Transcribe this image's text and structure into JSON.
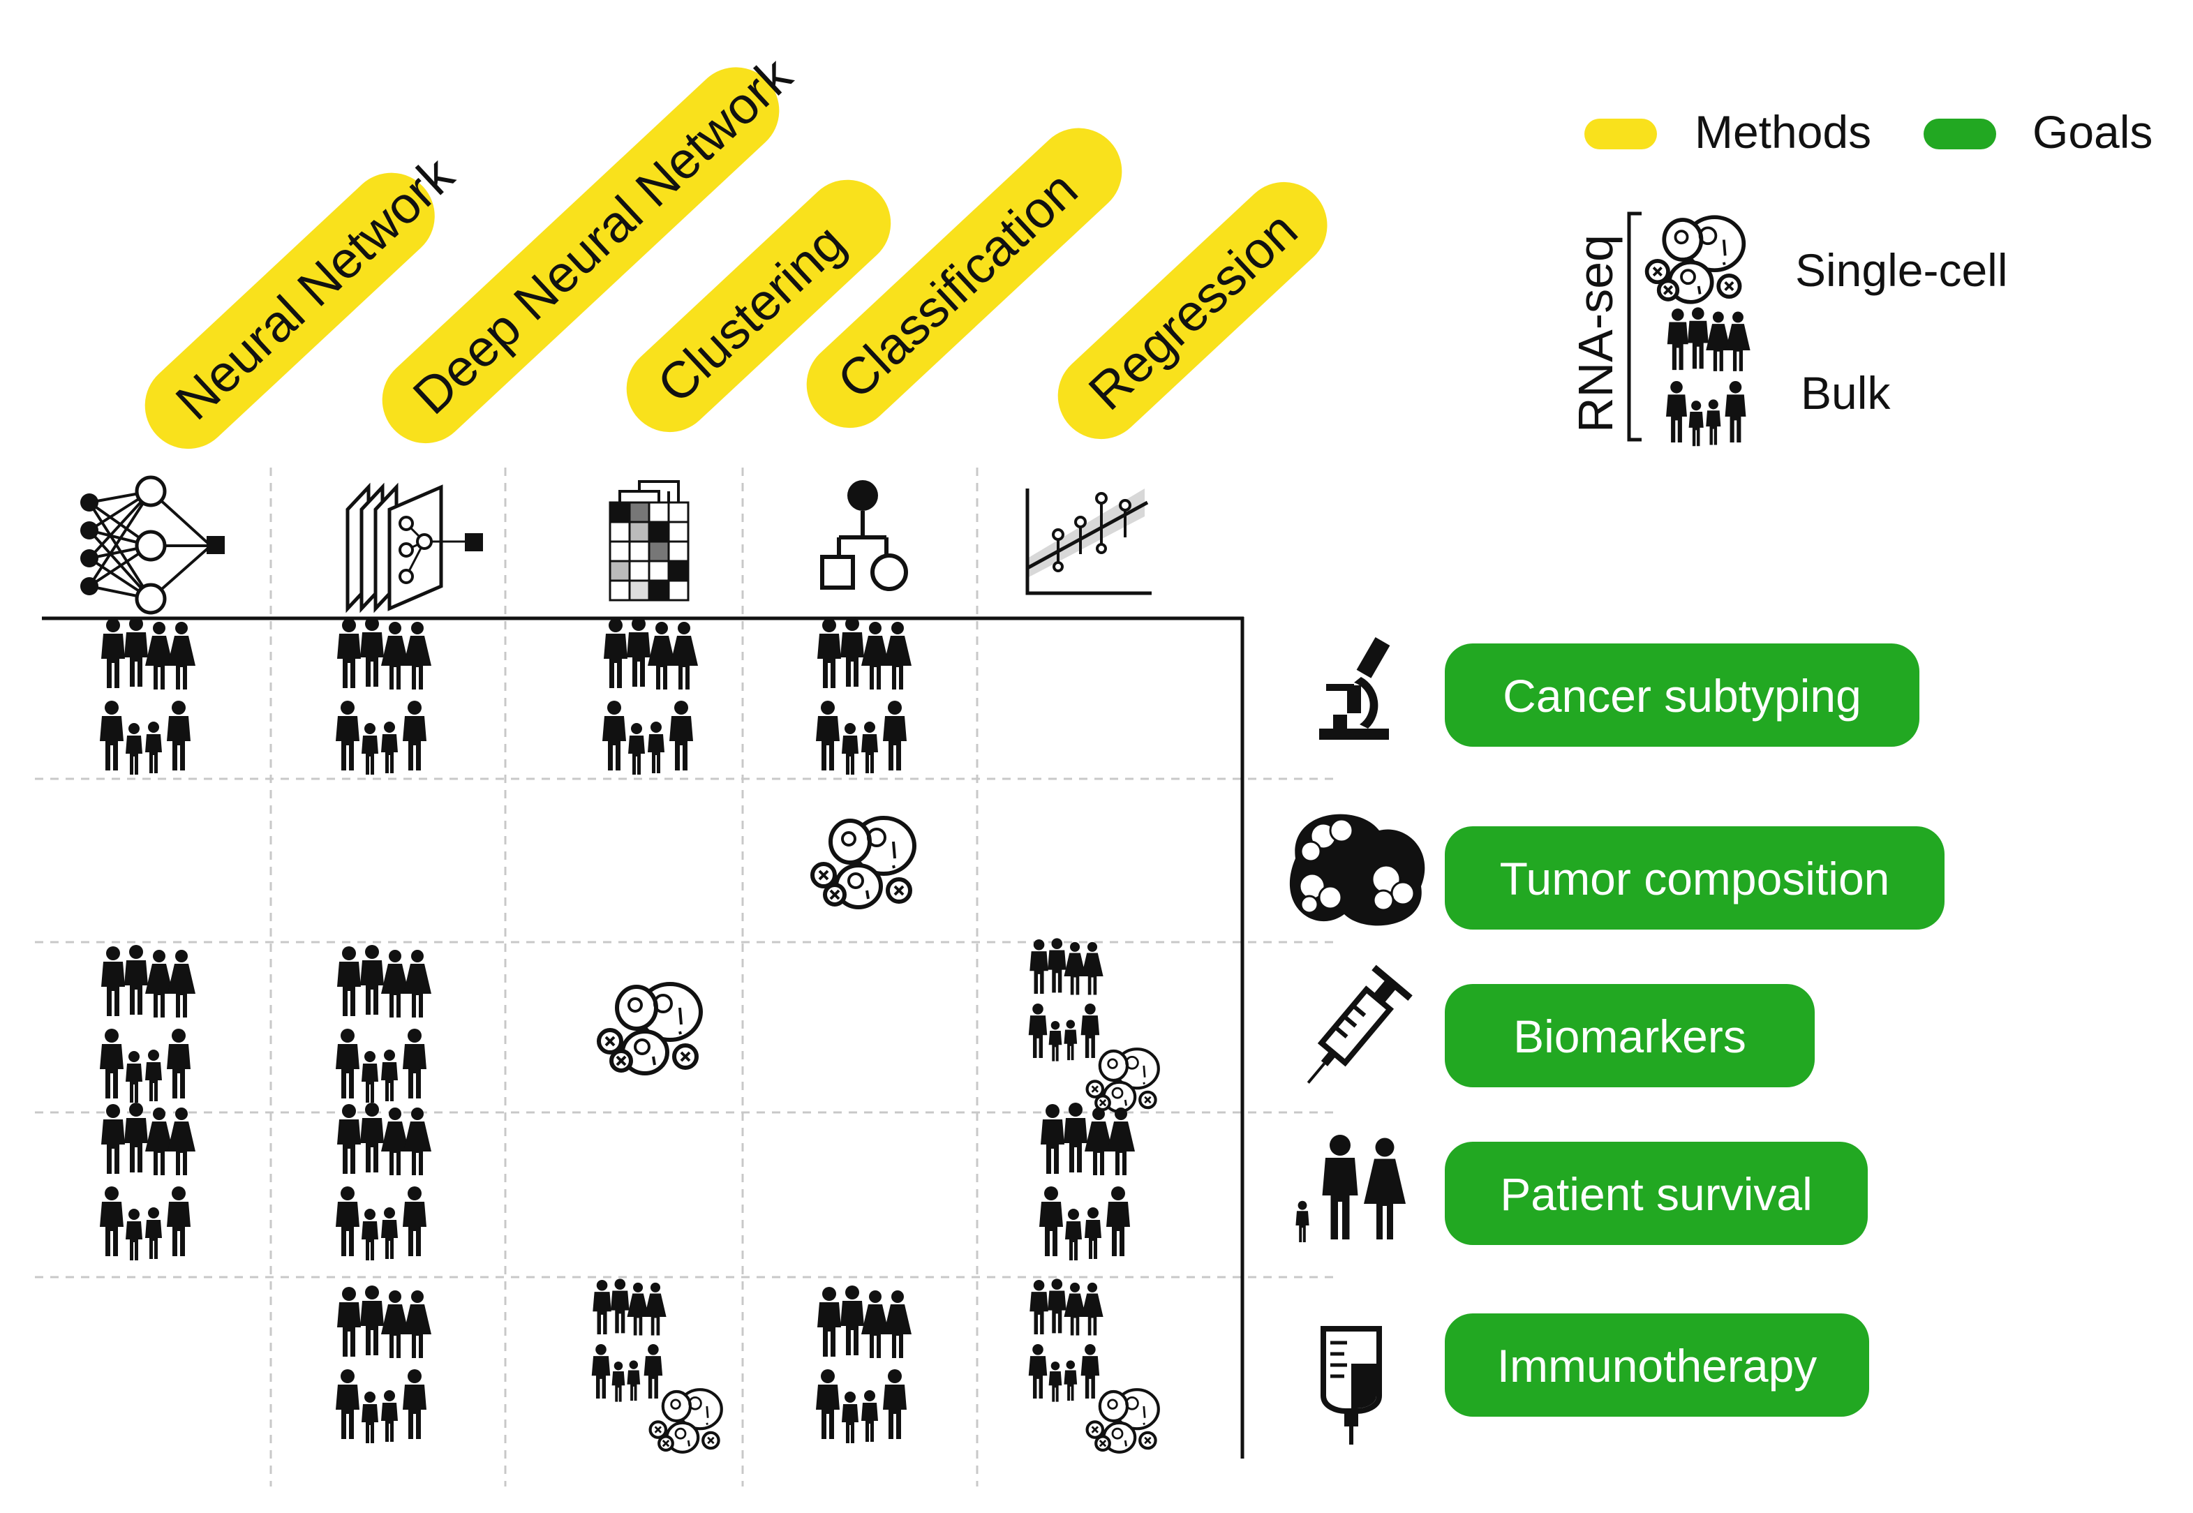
{
  "legend": {
    "methods_label": "Methods",
    "goals_label": "Goals",
    "rnaseq_label": "RNA-seq",
    "single_cell_label": "Single-cell",
    "bulk_label": "Bulk"
  },
  "colors": {
    "methods": "#f9e11c",
    "goals": "#22a822",
    "ink": "#111111",
    "grid": "#c8c8c8"
  },
  "methods": [
    {
      "label": "Neural Network",
      "icon": "neural-network-icon"
    },
    {
      "label": "Deep Neural Network",
      "icon": "deep-neural-network-icon"
    },
    {
      "label": "Clustering",
      "icon": "clustering-heatmap-icon"
    },
    {
      "label": "Classification",
      "icon": "classification-tree-icon"
    },
    {
      "label": "Regression",
      "icon": "regression-plot-icon"
    }
  ],
  "goals": [
    {
      "label": "Cancer subtyping",
      "icon": "microscope-icon"
    },
    {
      "label": "Tumor composition",
      "icon": "tumor-cells-icon"
    },
    {
      "label": "Biomarkers",
      "icon": "syringe-icon"
    },
    {
      "label": "Patient survival",
      "icon": "patients-icon"
    },
    {
      "label": "Immunotherapy",
      "icon": "iv-bag-icon"
    }
  ],
  "matrix": [
    [
      "bulk",
      "bulk",
      "bulk",
      "bulk",
      ""
    ],
    [
      "",
      "",
      "",
      "single",
      ""
    ],
    [
      "bulk",
      "bulk",
      "single",
      "",
      "both"
    ],
    [
      "bulk",
      "bulk",
      "",
      "",
      "bulk"
    ],
    [
      "",
      "bulk",
      "both",
      "bulk",
      "both"
    ]
  ]
}
